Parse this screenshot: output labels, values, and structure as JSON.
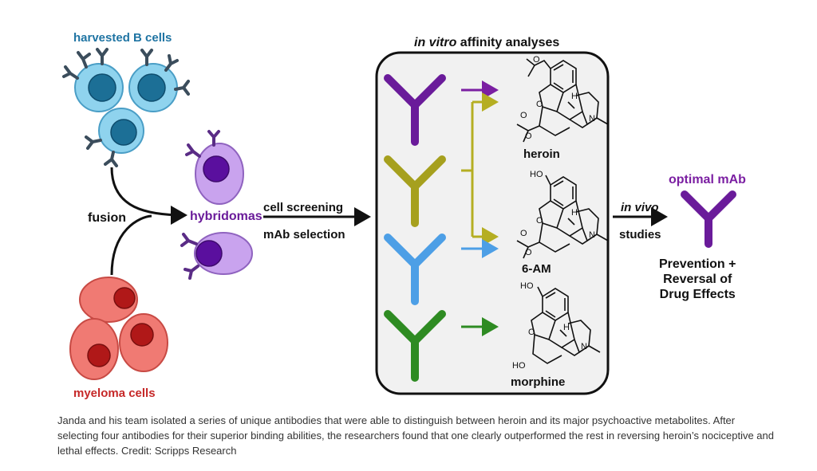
{
  "labels": {
    "harvested_b_cells": "harvested B cells",
    "fusion": "fusion",
    "hybridomas": "hybridomas",
    "myeloma_cells": "myeloma cells",
    "cell_screening": "cell screening",
    "mab_selection": "mAb selection",
    "in_vitro_italic": "in vitro",
    "affinity_analyses": " affinity analyses",
    "in_vivo": "in vivo",
    "studies": "studies",
    "optimal_mab": "optimal mAb",
    "outcome": "Prevention +\nReversal of\nDrug Effects"
  },
  "compounds": {
    "heroin": "heroin",
    "six_am": "6-AM",
    "morphine": "morphine"
  },
  "atoms": {
    "o": "O",
    "n": "N",
    "h": "H",
    "ho": "HO"
  },
  "colors": {
    "b_cell_fill": "#8fd3ee",
    "b_cell_nucleus": "#1c6f96",
    "antibody_dark": "#3b4d5c",
    "hybridoma_fill": "#c9a3ee",
    "hybridoma_nucleus": "#5a0f9e",
    "myeloma_fill": "#f07a73",
    "myeloma_nucleus": "#b01818",
    "mab_purple": "#6a1b9a",
    "mab_olive": "#a6a01e",
    "mab_blue": "#4d9fe6",
    "mab_green": "#2e8b22",
    "box_fill": "#f1f1f1"
  },
  "caption": "Janda and his team isolated a series of unique antibodies that were able to distinguish between heroin and its major psychoactive metabolites. After selecting four antibodies for their superior binding abilities, the researchers found that one clearly outperformed the rest in reversing heroin’s nociceptive and lethal effects. Credit: Scripps Research"
}
